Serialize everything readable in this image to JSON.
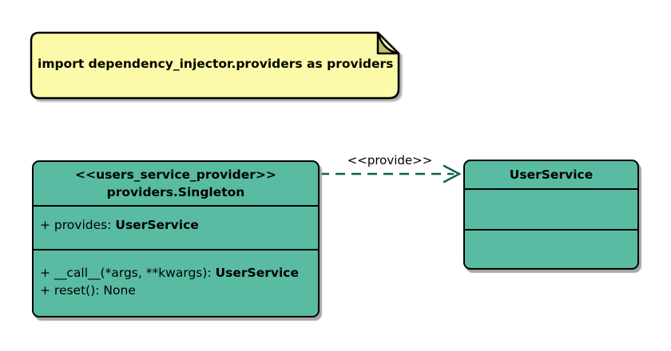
{
  "diagram": {
    "note": {
      "text": "import dependency_injector.providers as providers"
    },
    "classes": {
      "singleton": {
        "stereotype": "<<users_service_provider>>",
        "name": "providers.Singleton",
        "attributes": [
          {
            "text": "+ provides: ",
            "type": "UserService"
          }
        ],
        "methods": [
          {
            "text": "+ __call__(*args, **kwargs): ",
            "type": "UserService"
          },
          {
            "text": "+ reset(): None",
            "type": ""
          }
        ]
      },
      "user_service": {
        "name": "UserService"
      }
    },
    "relation": {
      "label": "<<provide>>"
    },
    "colors": {
      "class_fill": "#58BBA2",
      "note_fill": "#FAFAA8",
      "note_fold": "#BFBF72",
      "border": "#000000",
      "arrow": "#0E6152",
      "shadow": "#A6A6A6"
    }
  }
}
